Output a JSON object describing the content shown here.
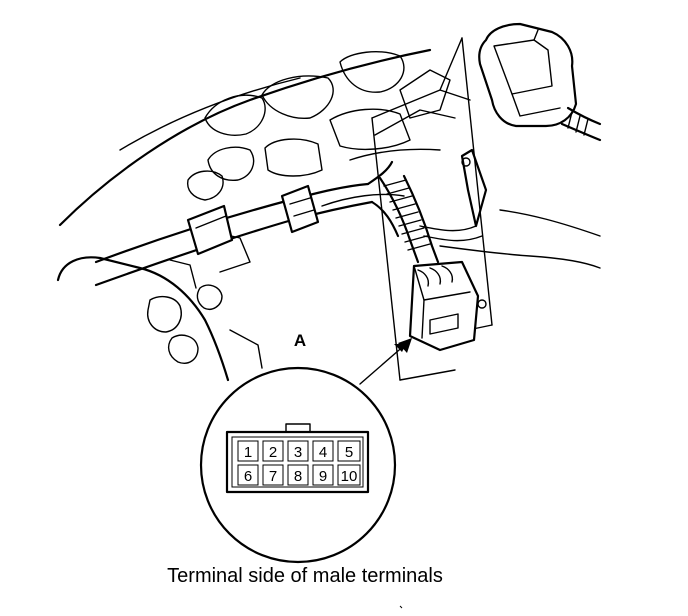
{
  "callout": {
    "label": "A"
  },
  "connector": {
    "terminals_top": [
      "1",
      "2",
      "3",
      "4",
      "5"
    ],
    "terminals_bottom": [
      "6",
      "7",
      "8",
      "9",
      "10"
    ]
  },
  "caption": "Terminal side of male terminals"
}
